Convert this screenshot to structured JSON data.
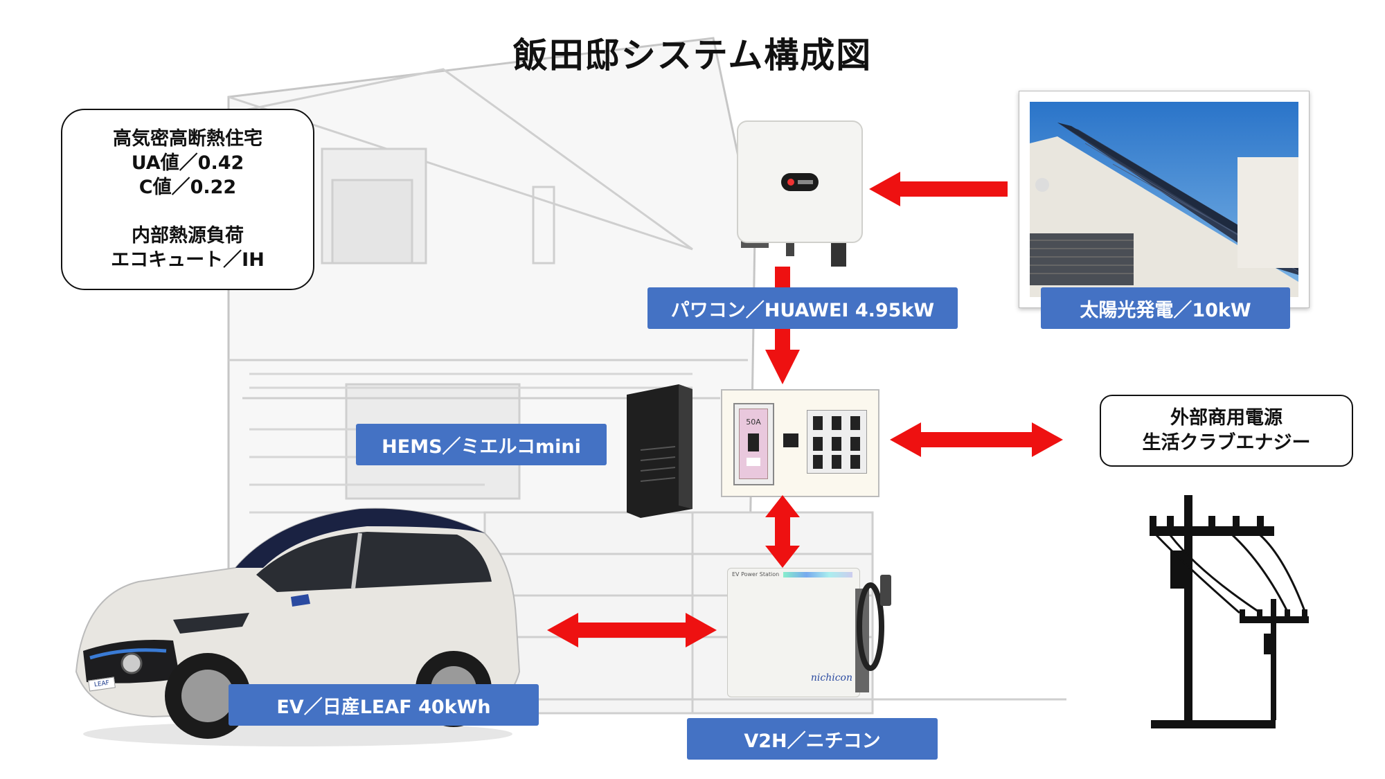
{
  "title": "飯田邸システム構成図",
  "house_info": {
    "lines": [
      "高気密高断熱住宅",
      "UA値／0.42",
      "C値／0.22",
      "",
      "内部熱源負荷",
      "エコキュート／IH"
    ]
  },
  "grid_info": {
    "lines": [
      "外部商用電源",
      "生活クラブエナジー"
    ]
  },
  "labels": {
    "power_conditioner": "パワコン／HUAWEI 4.95kW",
    "solar": "太陽光発電／10kW",
    "hems": "HEMS／ミエルコmini",
    "ev": "EV／日産LEAF 40kWh",
    "v2h": "V2H／ニチコン"
  },
  "breaker_rating": "50A",
  "v2h_brand": "nichicon",
  "v2h_model_text": "EV Power Station",
  "ev_plate": "LEAF",
  "colors": {
    "label_bg": "#4472c4",
    "arrow": "#ee1111",
    "sketch": "#9a9a9a"
  }
}
